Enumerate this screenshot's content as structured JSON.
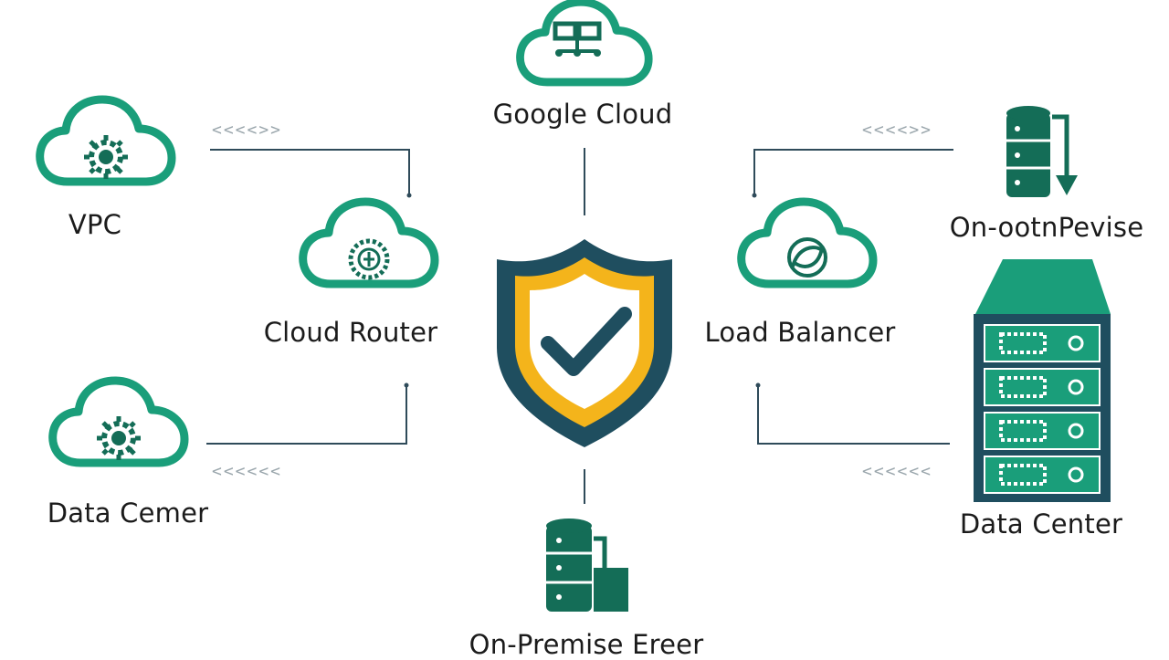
{
  "colors": {
    "teal": "#1a9e7a",
    "dark_teal": "#146d57",
    "navy": "#1f4e5f",
    "gold": "#f4b41b",
    "line": "#2f4b5a",
    "arrow": "#9aa6ac"
  },
  "labels": {
    "google_cloud": "Google Cloud",
    "vpc": "VPC",
    "cloud_router": "Cloud Router",
    "data_center_left": "Data Cemer",
    "load_balancer": "Load Balancer",
    "on_premise_right": "On-ootnPevise",
    "data_center_right": "Data Center",
    "on_premise_bottom": "On-Premise Ereer"
  },
  "arrow_marks": {
    "top_left": "<<<<>>",
    "top_right": "<<<<>>",
    "bottom_left": "<<<<<<",
    "bottom_right": "<<<<<<"
  },
  "icons": {
    "center": "shield-check-icon",
    "google_cloud": "cloud-network-icon",
    "vpc": "cloud-gear-icon",
    "cloud_router": "cloud-router-icon",
    "data_center_left": "cloud-gear-icon",
    "load_balancer": "cloud-balancer-icon",
    "on_premise_right": "database-download-icon",
    "data_center_right": "server-rack-icon",
    "on_premise_bottom": "database-server-icon"
  }
}
